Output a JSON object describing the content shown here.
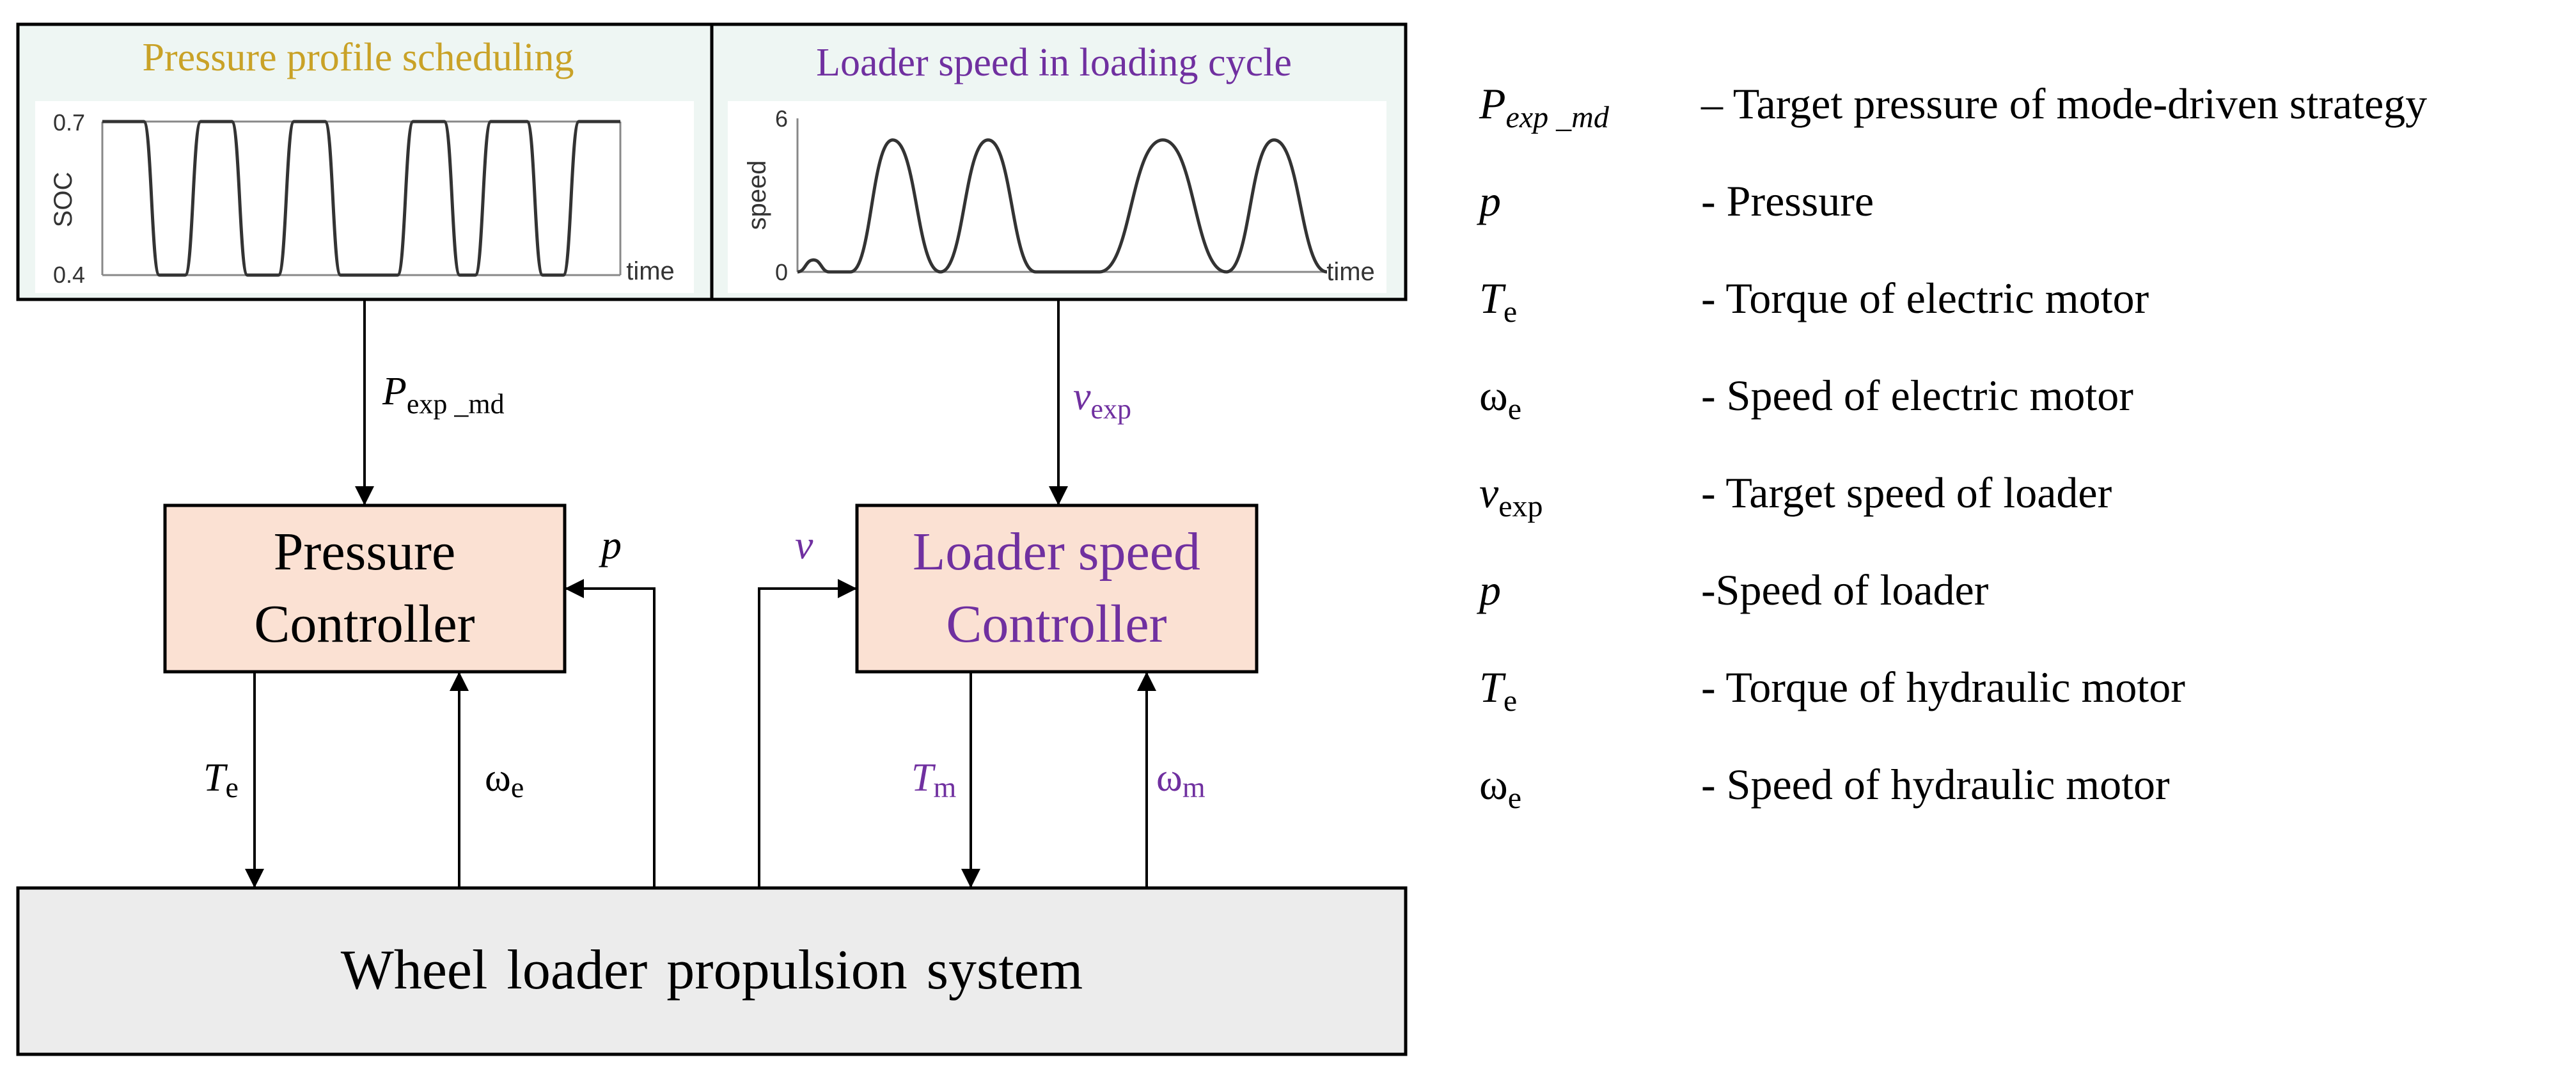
{
  "colors": {
    "gold": "#c9a227",
    "purple": "#7030a0",
    "panel_bg": "#eef6f3",
    "controller_fill": "#fbe1d3",
    "system_fill": "#ececec",
    "line": "#000000",
    "plot_line": "#333333"
  },
  "panels": {
    "pressure": {
      "title": "Pressure profile scheduling",
      "y_axis_label": "SOC",
      "x_axis_label": "time",
      "y_tick_top": "0.7",
      "y_tick_bottom": "0.4"
    },
    "speed": {
      "title": "Loader speed in loading cycle",
      "y_axis_label": "speed",
      "x_axis_label": "time",
      "y_tick_top": "6",
      "y_tick_bottom": "0"
    }
  },
  "chart_data": [
    {
      "type": "line",
      "title": "Pressure profile scheduling",
      "xlabel": "time",
      "ylabel": "SOC",
      "ylim": [
        0.4,
        0.7
      ],
      "x": [
        0,
        0.08,
        0.11,
        0.16,
        0.19,
        0.25,
        0.28,
        0.34,
        0.37,
        0.43,
        0.46,
        0.57,
        0.6,
        0.66,
        0.69,
        0.72,
        0.75,
        0.82,
        0.85,
        0.89,
        0.92,
        1.0
      ],
      "series": [
        {
          "values": [
            0.7,
            0.7,
            0.4,
            0.4,
            0.7,
            0.7,
            0.4,
            0.4,
            0.7,
            0.7,
            0.4,
            0.4,
            0.7,
            0.7,
            0.4,
            0.4,
            0.7,
            0.7,
            0.4,
            0.4,
            0.7,
            0.7
          ]
        }
      ],
      "grid": false
    },
    {
      "type": "line",
      "title": "Loader speed in loading cycle",
      "xlabel": "time",
      "ylabel": "speed",
      "ylim": [
        0,
        6
      ],
      "x": [
        0,
        0.03,
        0.06,
        0.1,
        0.18,
        0.27,
        0.36,
        0.45,
        0.57,
        0.69,
        0.81,
        0.9,
        1.0
      ],
      "series": [
        {
          "values": [
            0,
            0.5,
            0,
            0,
            5.5,
            0,
            5.5,
            0,
            0,
            5.5,
            0,
            5.5,
            0
          ]
        }
      ],
      "grid": false
    }
  ],
  "diagram": {
    "signal_pexp_base": "P",
    "signal_pexp_sub": "exp _md",
    "signal_vexp_base": "v",
    "signal_vexp_sub": "exp",
    "pressure_controller_line1": "Pressure",
    "pressure_controller_line2": "Controller",
    "speed_controller_line1": "Loader speed",
    "speed_controller_line2": "Controller",
    "feedback_p": "p",
    "feedback_v": "v",
    "te_base": "T",
    "te_sub": "e",
    "we_base": "ω",
    "we_sub": "e",
    "tm_base": "T",
    "tm_sub": "m",
    "wm_base": "ω",
    "wm_sub": "m",
    "system_label": "Wheel loader propulsion system"
  },
  "legend": [
    {
      "sym_base": "P",
      "sym_sub": "exp _md",
      "sub_italic": true,
      "base_italic": true,
      "desc": "– Target pressure of mode-driven strategy"
    },
    {
      "sym_base": "p",
      "sym_sub": "",
      "sub_italic": false,
      "base_italic": true,
      "desc": "- Pressure"
    },
    {
      "sym_base": "T",
      "sym_sub": "e",
      "sub_italic": false,
      "base_italic": true,
      "desc": "- Torque of electric motor"
    },
    {
      "sym_base": "ω",
      "sym_sub": "e",
      "sub_italic": false,
      "base_italic": false,
      "desc": "- Speed of electric motor"
    },
    {
      "sym_base": "v",
      "sym_sub": "exp",
      "sub_italic": false,
      "base_italic": true,
      "desc": "- Target speed of loader"
    },
    {
      "sym_base": "p",
      "sym_sub": "",
      "sub_italic": false,
      "base_italic": true,
      "desc": "-Speed of loader"
    },
    {
      "sym_base": "T",
      "sym_sub": "e",
      "sub_italic": false,
      "base_italic": true,
      "desc": "- Torque of hydraulic motor"
    },
    {
      "sym_base": "ω",
      "sym_sub": "e",
      "sub_italic": false,
      "base_italic": false,
      "desc": "- Speed of hydraulic motor"
    }
  ]
}
